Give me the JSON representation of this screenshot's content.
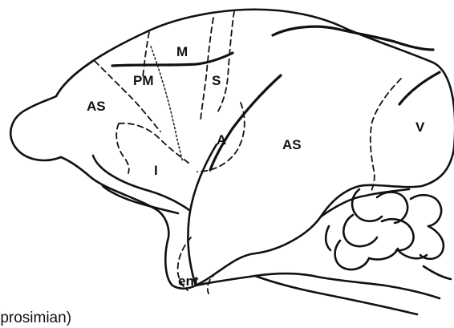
{
  "figure": {
    "regions": {
      "motor": "M",
      "premotor": "PM",
      "association_frontal": "AS",
      "somatosensory": "S",
      "auditory": "A",
      "association_temporal": "AS",
      "insular": "I",
      "visual": "V",
      "entorhinal": "ent."
    },
    "caption": "(prosimian)"
  }
}
